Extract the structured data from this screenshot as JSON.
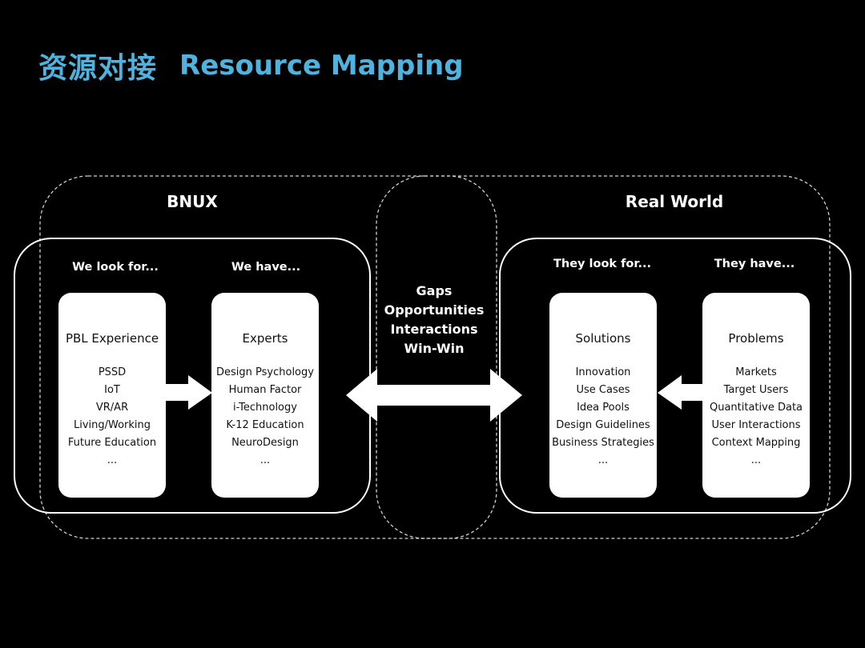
{
  "title": {
    "cn": "资源对接",
    "en": "Resource Mapping"
  },
  "groups": {
    "left": {
      "label": "BNUX"
    },
    "right": {
      "label": "Real World"
    }
  },
  "columns": {
    "we_look_for": {
      "label": "We look for...",
      "card_title": "PBL Experience",
      "items": [
        "PSSD",
        "IoT",
        "VR/AR",
        "Living/Working",
        "Future Education",
        "..."
      ]
    },
    "we_have": {
      "label": "We have...",
      "card_title": "Experts",
      "items": [
        "Design Psychology",
        "Human Factor",
        "i-Technology",
        "K-12 Education",
        "NeuroDesign",
        "..."
      ]
    },
    "they_look_for": {
      "label": "They look for...",
      "card_title": "Solutions",
      "items": [
        "Innovation",
        "Use Cases",
        "Idea Pools",
        "Design Guidelines",
        "Business Strategies",
        "..."
      ]
    },
    "they_have": {
      "label": "They have...",
      "card_title": "Problems",
      "items": [
        "Markets",
        "Target Users",
        "Quantitative Data",
        "User Interactions",
        "Context Mapping",
        "..."
      ]
    }
  },
  "center": {
    "items": [
      "Gaps",
      "Opportunities",
      "Interactions",
      "Win-Win"
    ]
  },
  "colors": {
    "background": "#000000",
    "title": "#4fb3e0",
    "card": "#ffffff",
    "line": "#ffffff"
  }
}
